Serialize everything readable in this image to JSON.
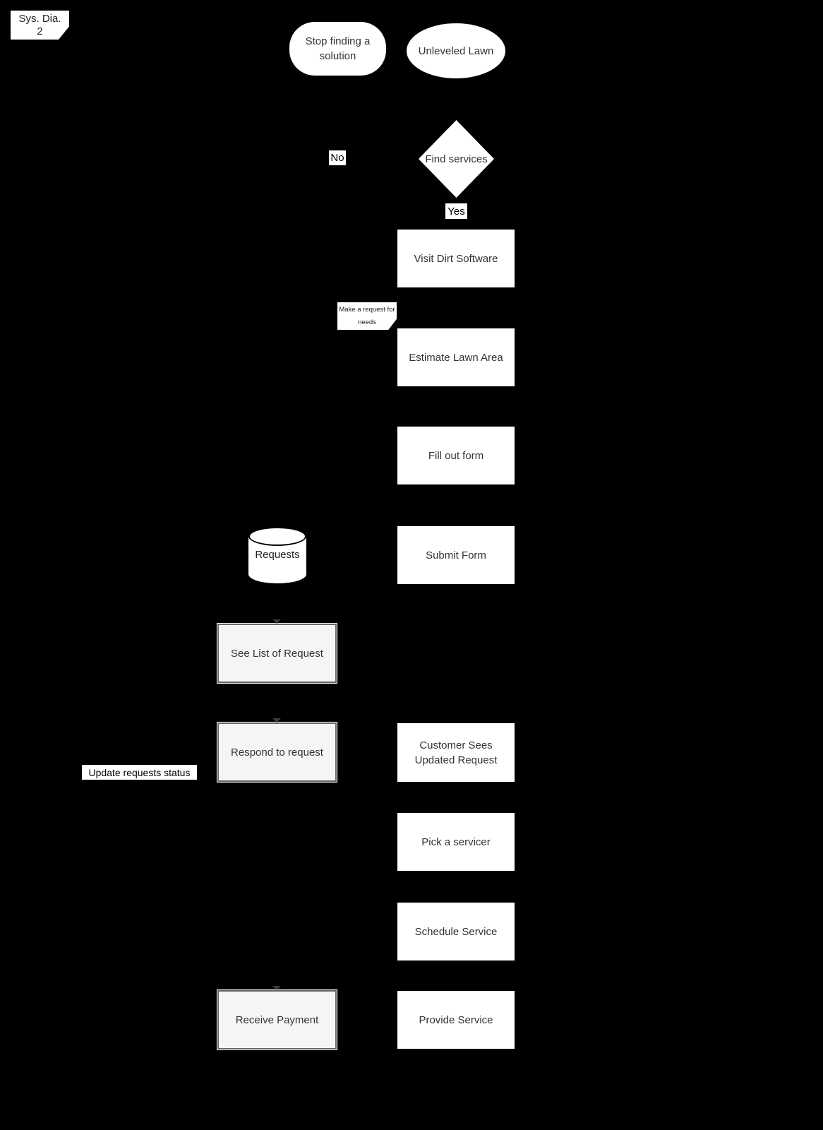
{
  "colors": {
    "background": "#000000",
    "shape_fill": "#ffffff",
    "service_shape_fill": "#f5f5f5",
    "service_shape_border": "#666666",
    "text": "#333333"
  },
  "page_tag_lines": [
    "Sys. Dia.",
    "2"
  ],
  "terminators": {
    "stop": "Stop finding a solution",
    "start": "Unleveled Lawn"
  },
  "decision": {
    "label": "Find services",
    "branch_no": "No",
    "branch_yes": "Yes"
  },
  "customer_steps": [
    "Visit Dirt Software",
    "Estimate Lawn Area",
    "Fill out form",
    "Submit Form",
    "Customer Sees Updated Request",
    "Pick a servicer",
    "Schedule Service",
    "Provide Service"
  ],
  "servicer_steps": [
    "See List of Request",
    "Respond to request",
    "Receive Payment"
  ],
  "datastore_label": "Requests",
  "note_text": "Make a request for needs",
  "edge_label_update": "Update requests status"
}
